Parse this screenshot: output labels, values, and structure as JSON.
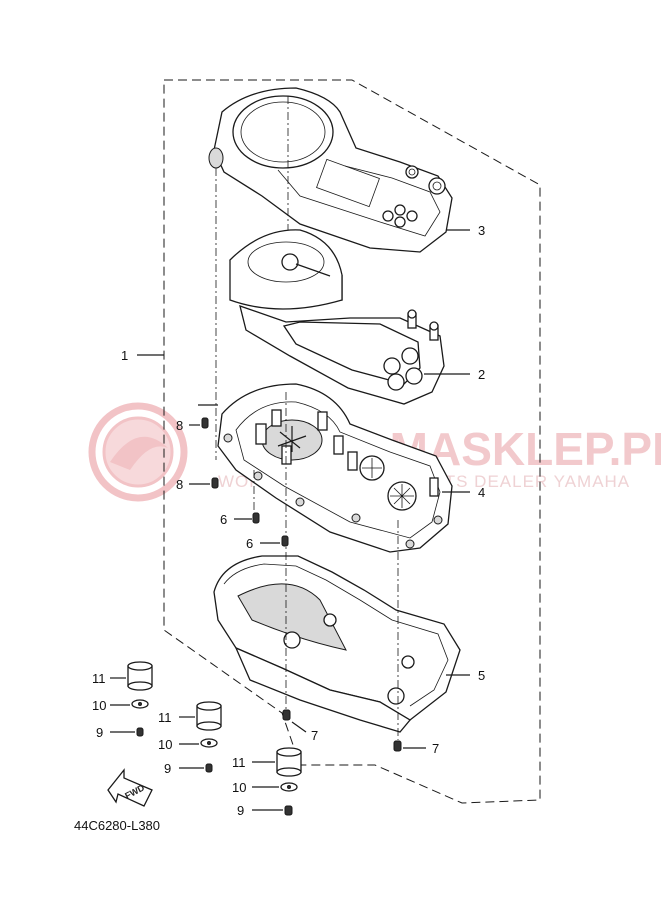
{
  "diagram": {
    "code": "44C6280-L380",
    "watermark": {
      "brand": "YAMASKLEP.PL",
      "tagline": "WORLDWIDE MOTORPARTS DEALER YAMAHA"
    },
    "fwd_label": "FWD",
    "callouts": [
      {
        "id": "c1",
        "label": "1"
      },
      {
        "id": "c2",
        "label": "2"
      },
      {
        "id": "c3",
        "label": "3"
      },
      {
        "id": "c4",
        "label": "4"
      },
      {
        "id": "c5",
        "label": "5"
      },
      {
        "id": "c6a",
        "label": "6"
      },
      {
        "id": "c6b",
        "label": "6"
      },
      {
        "id": "c7a",
        "label": "7"
      },
      {
        "id": "c7b",
        "label": "7"
      },
      {
        "id": "c8a",
        "label": "8"
      },
      {
        "id": "c8b",
        "label": "8"
      },
      {
        "id": "c9a",
        "label": "9"
      },
      {
        "id": "c9b",
        "label": "9"
      },
      {
        "id": "c9c",
        "label": "9"
      },
      {
        "id": "c10a",
        "label": "10"
      },
      {
        "id": "c10b",
        "label": "10"
      },
      {
        "id": "c10c",
        "label": "10"
      },
      {
        "id": "c11a",
        "label": "11"
      },
      {
        "id": "c11b",
        "label": "11"
      },
      {
        "id": "c11c",
        "label": "11"
      }
    ]
  }
}
